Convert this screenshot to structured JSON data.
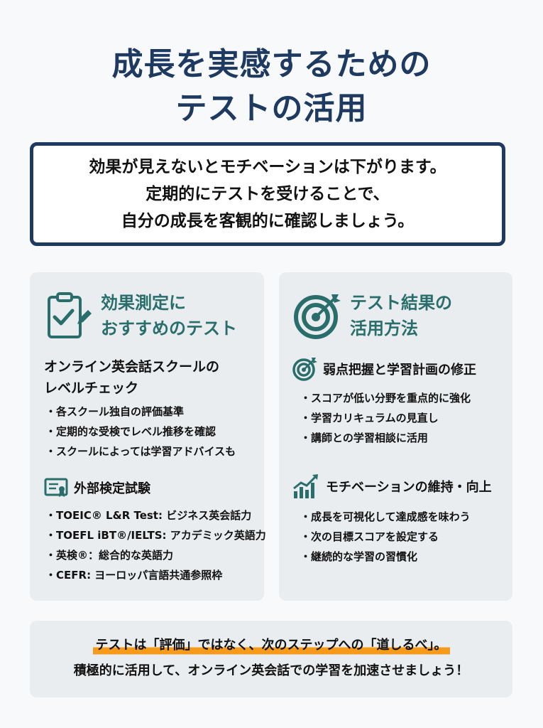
{
  "title": {
    "line1": "成長を実感するための",
    "line2": "テストの活用"
  },
  "intro": {
    "line1": "効果が見えないとモチベーションは下がります。",
    "line2": "定期的にテストを受けることで、",
    "line3": "自分の成長を客観的に確認しましょう。"
  },
  "left_card": {
    "icon": "clipboard-check-icon",
    "heading_line1": "効果測定に",
    "heading_line2": "おすすめのテスト",
    "section1": {
      "title_line1": "オンライン英会話スクールの",
      "title_line2": "レベルチェック",
      "items": [
        "各スクール独自の評価基準",
        "定期的な受検でレベル推移を確認",
        "スクールによっては学習アドバイスも"
      ]
    },
    "section2": {
      "icon": "certificate-icon",
      "title": "外部検定試験",
      "items": [
        "TOEIC® L&R Test: ビジネス英会話力",
        "TOEFL iBT®/IELTS: アカデミック英語力",
        "英検®：総合的な英語力",
        "CEFR: ヨーロッパ言語共通参照枠"
      ]
    }
  },
  "right_card": {
    "icon": "target-icon",
    "heading_line1": "テスト結果の",
    "heading_line2": "活用方法",
    "section1": {
      "icon": "target-small-icon",
      "title": "弱点把握と学習計画の修正",
      "items": [
        "スコアが低い分野を重点的に強化",
        "学習カリキュラムの見直し",
        "講師との学習相談に活用"
      ]
    },
    "section2": {
      "icon": "growth-chart-icon",
      "title": "モチベーションの維持・向上",
      "items": [
        "成長を可視化して達成感を味わう",
        "次の目標スコアを設定する",
        "継続的な学習の習慣化"
      ]
    }
  },
  "footer": {
    "line1": "テストは「評価」ではなく、次のステップへの「道しるべ」。",
    "line2": "積極的に活用して、オンライン英会話での学習を加速させましょう！"
  },
  "colors": {
    "navy": "#1f3a60",
    "teal": "#2a6e6c",
    "highlight": "#f59a1b",
    "card_bg": "#e9edf0"
  }
}
